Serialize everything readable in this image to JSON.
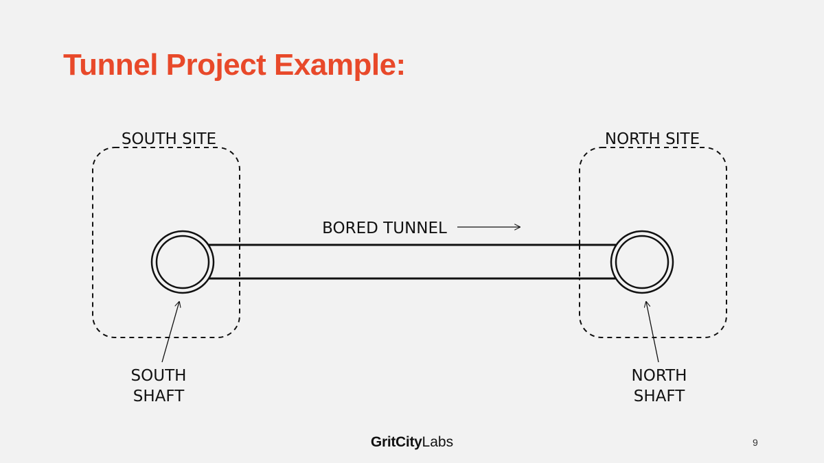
{
  "slide": {
    "title": "Tunnel Project Example:",
    "page_number": "9",
    "accent_color": "#e8492a"
  },
  "diagram": {
    "south_site_label": "SOUTH SITE",
    "north_site_label": "NORTH SITE",
    "tunnel_label": "BORED TUNNEL",
    "south_shaft_label_line1": "SOUTH",
    "south_shaft_label_line2": "SHAFT",
    "north_shaft_label_line1": "NORTH",
    "north_shaft_label_line2": "SHAFT"
  },
  "footer": {
    "logo_bold": "GritCity",
    "logo_light": "Labs"
  }
}
